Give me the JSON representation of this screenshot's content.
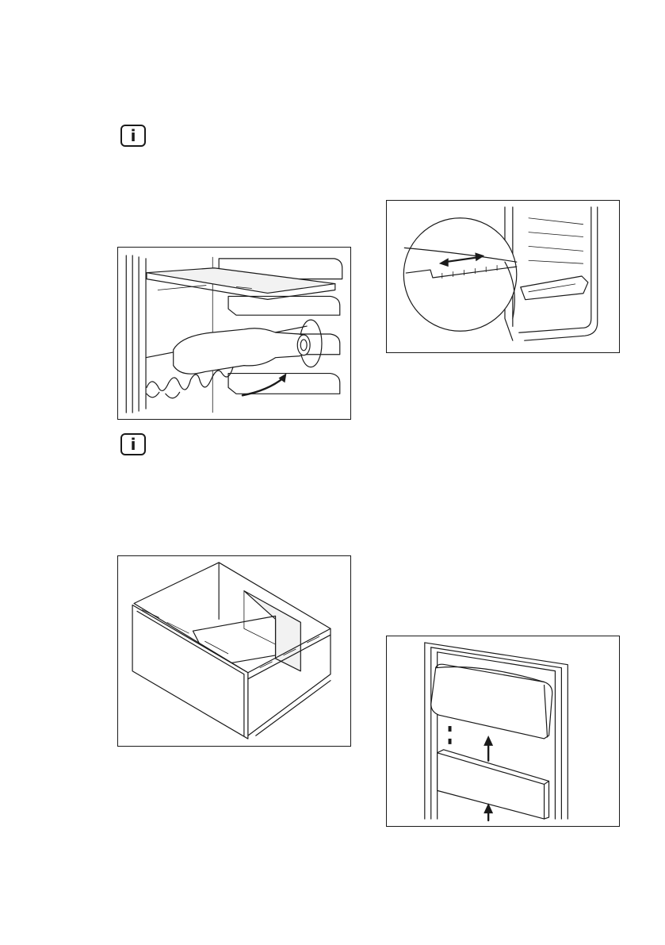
{
  "page": {
    "info_symbol": "i"
  },
  "figures": [
    {
      "id": "bottle-rack",
      "icon": "bottle-rack-illustration"
    },
    {
      "id": "shelf-adjust",
      "icon": "shelf-slide-adjust-illustration"
    },
    {
      "id": "drawer-box",
      "icon": "freezer-drawer-illustration"
    },
    {
      "id": "door-balcony",
      "icon": "door-balcony-illustration"
    }
  ],
  "colors": {
    "ink": "#1a1a1a",
    "paper": "#ffffff"
  }
}
